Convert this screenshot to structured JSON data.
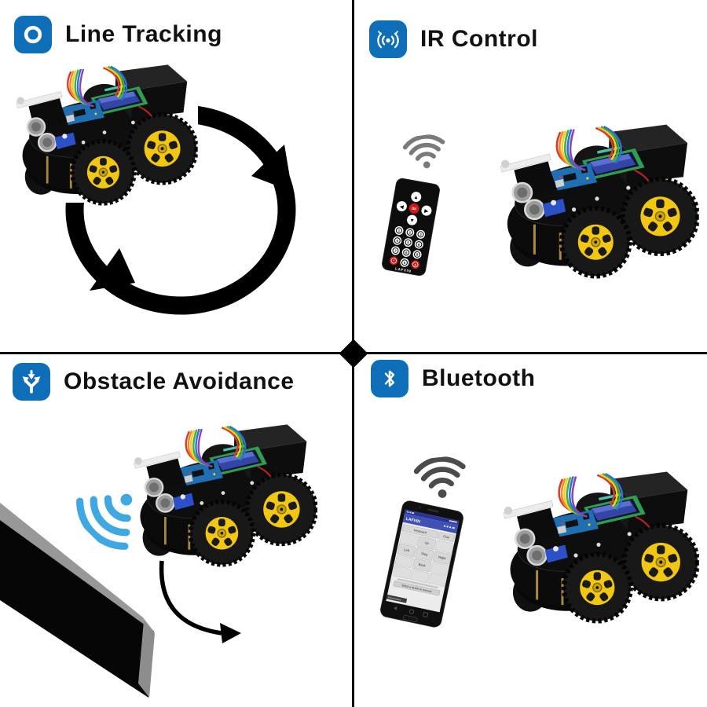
{
  "colors": {
    "accent_blue": "#0e6fb8",
    "wifi_blue": "#3fa7e1",
    "wifi_gray": "#7a7a7a",
    "wifi_dark": "#4b4b4b",
    "wheel_yellow": "#f2c712"
  },
  "quadrants": {
    "line_tracking": {
      "label": "Line Tracking"
    },
    "ir_control": {
      "label": "IR Control"
    },
    "obstacle_avoidance": {
      "label": "Obstacle Avoidance"
    },
    "bluetooth": {
      "label": "Bluetooth"
    }
  },
  "remote": {
    "brand": "LAFVIN",
    "ok": "OK",
    "dpad": {
      "up": "▲",
      "left": "◀",
      "right": "▶",
      "down": "▼"
    },
    "keys": [
      "1",
      "2",
      "3",
      "4",
      "5",
      "6",
      "7",
      "8",
      "9",
      "*",
      "0",
      "#"
    ]
  },
  "phone": {
    "app_title": "LAFVIN",
    "top_buttons": [
      "Keyboard",
      "Char"
    ],
    "controls": {
      "up": "Up",
      "left": "Left",
      "stop": "Stop",
      "right": "Right",
      "back": "Back"
    },
    "connect_button": "Select a device to connect",
    "status_label": "Disconnected"
  }
}
